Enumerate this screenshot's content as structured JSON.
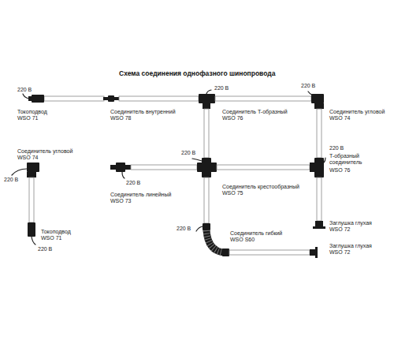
{
  "diagram": {
    "title": "Схема соединения однофазного шинопровода",
    "labels": [
      "220 В",
      "Токоподвод",
      "WSO 71",
      "Соединитель внутренний",
      "WSO 78",
      "220 В",
      "Соединитель T-образный",
      "WSO 76",
      "220 В",
      "Соединитель угловой",
      "WSO 74",
      "Соединитель угловой",
      "WSO 74",
      "220 В",
      "220 В",
      "T-образный соединитель",
      "WSO 76",
      "220 В",
      "220 В",
      "Соединитель крестообразный",
      "WSO 75",
      "Соединитель линейный",
      "WSO 73",
      "Заглушка глухая",
      "WSO 72",
      "Токоподвод",
      "WSO 71",
      "Соединитель гибкий",
      "WSO S60",
      "220 В",
      "Заглушка глухая",
      "WSO 72",
      "220 В"
    ]
  }
}
